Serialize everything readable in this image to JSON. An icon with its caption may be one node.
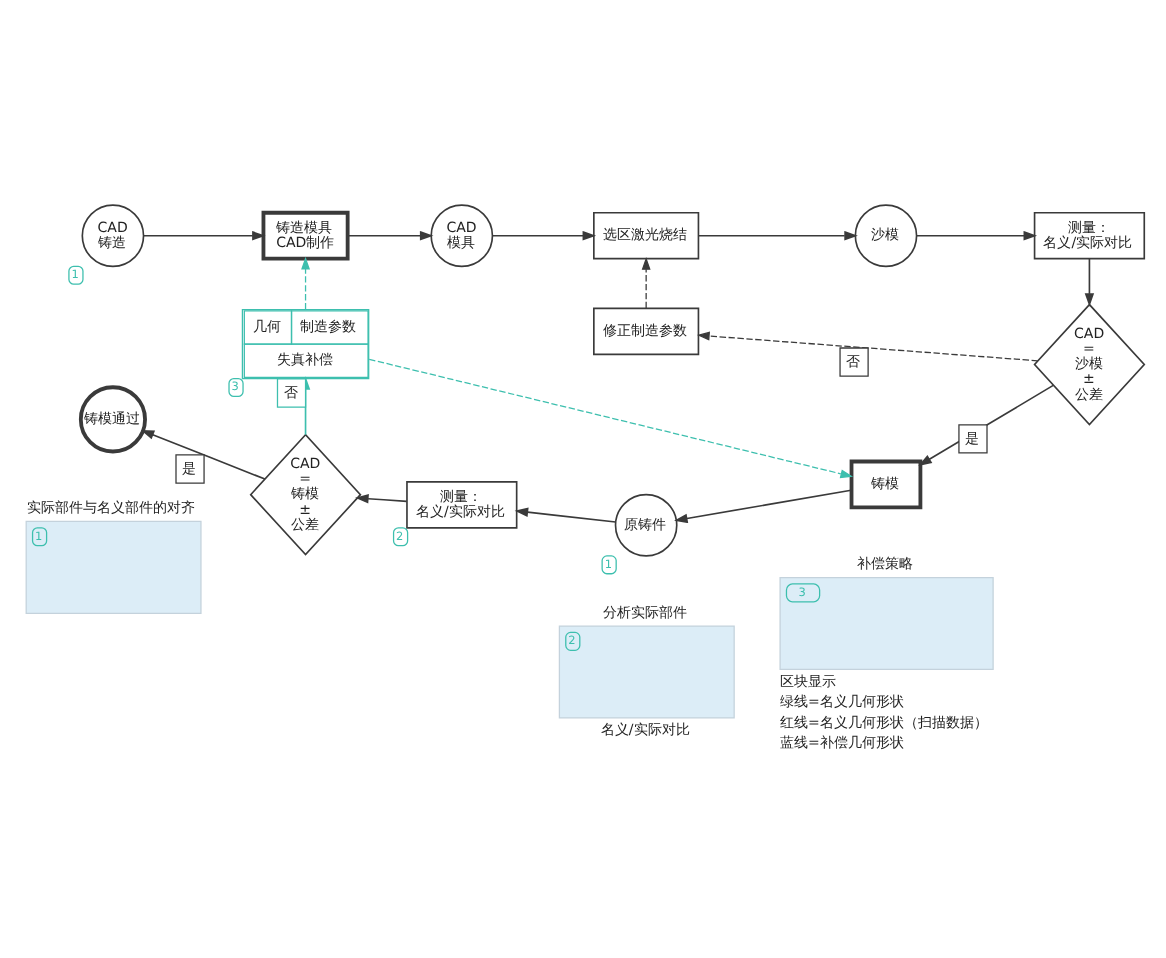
{
  "diagram": {
    "nodes": [
      {
        "text": [
          "CAD 铸造"
        ],
        "beside": [
          "1"
        ]
      },
      {
        "text": [
          "铸造模具 CAD制作"
        ]
      },
      {
        "text": [
          "CAD 模具"
        ]
      },
      {
        "text": [
          "选区激光烧结"
        ]
      },
      {
        "text": [
          "沙模"
        ]
      },
      {
        "text": [
          "测量：名义/实际对比"
        ]
      },
      {
        "text": [
          "几何",
          "制造参数",
          "失真补偿"
        ],
        "beside": [
          "3"
        ]
      },
      {
        "text": [
          "修正制造参数"
        ]
      },
      {
        "text": [
          "CAD = 沙模 ± 公差"
        ]
      },
      {
        "text": [
          "铸模通过"
        ]
      },
      {
        "text": [
          "CAD = 铸模 ± 公差"
        ]
      },
      {
        "text": [
          "测量：名义/实际对比"
        ],
        "beside": [
          "2"
        ]
      },
      {
        "text": [
          "原铸件"
        ],
        "beside": [
          "1"
        ]
      },
      {
        "text": [
          "铸模"
        ]
      },
      {
        "text": [
          "实际部件与名义部件的对齐",
          "1"
        ]
      },
      {
        "text": [
          "分析实际部件",
          "2"
        ],
        "beside": [
          "名义/实际对比"
        ]
      },
      {
        "text": [
          "补偿策略",
          "3"
        ],
        "beside": [
          "区块显示",
          "绿线=名义几何形状",
          "红线=名义几何形状（扫描数据）",
          "蓝线=补偿几何形状"
        ]
      }
    ],
    "edges": [
      {
        "from": 0,
        "to": 1,
        "arrow": "to"
      },
      {
        "from": 1,
        "to": 2,
        "arrow": "to"
      },
      {
        "from": 2,
        "to": 3,
        "arrow": "to"
      },
      {
        "from": 3,
        "to": 4,
        "arrow": "to"
      },
      {
        "from": 4,
        "to": 5,
        "arrow": "to"
      },
      {
        "from": 5,
        "to": 8,
        "arrow": "to"
      },
      {
        "from": 8,
        "to": 7,
        "arrow": "to",
        "label": "否",
        "style": "dashed"
      },
      {
        "from": 7,
        "to": 3,
        "arrow": "to",
        "style": "dashed"
      },
      {
        "from": 8,
        "to": 13,
        "arrow": "to",
        "label": "是"
      },
      {
        "from": 13,
        "to": 12,
        "arrow": "to"
      },
      {
        "from": 12,
        "to": 11,
        "arrow": "to"
      },
      {
        "from": 11,
        "to": 10,
        "arrow": "to"
      },
      {
        "from": 10,
        "to": 9,
        "arrow": "to",
        "label": "是"
      },
      {
        "from": 10,
        "to": 6,
        "arrow": "to",
        "label": "否",
        "color": "#3dbfae"
      },
      {
        "from": 6,
        "to": 1,
        "arrow": "to",
        "style": "dashed",
        "color": "#3dbfae"
      },
      {
        "from": 6,
        "to": 13,
        "arrow": "to",
        "style": "dashed",
        "color": "#3dbfae"
      }
    ]
  }
}
